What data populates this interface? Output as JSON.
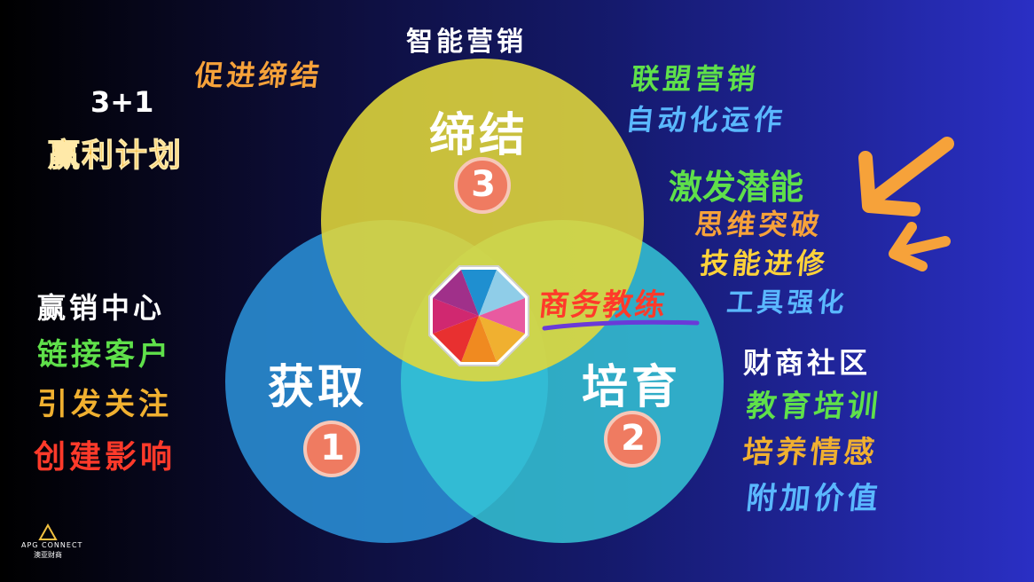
{
  "title": "智能营销",
  "plan": {
    "line1": "3+1",
    "line2": "赢利计划"
  },
  "top_left_caption": "促进缔结",
  "top_right": {
    "line1": "联盟营销",
    "line2": "自动化运作"
  },
  "circles": {
    "closing": {
      "label": "缔结",
      "number": "3"
    },
    "acquire": {
      "label": "获取",
      "number": "1"
    },
    "nurture": {
      "label": "培育",
      "number": "2"
    }
  },
  "center_label": "商务教练",
  "left_list": {
    "heading": "赢销中心",
    "items": [
      "链接客户",
      "引发关注",
      "创建影响"
    ]
  },
  "right_upper": {
    "heading": "激发潜能",
    "items": [
      "思维突破",
      "技能进修",
      "工具强化"
    ]
  },
  "right_lower": {
    "heading": "财商社区",
    "items": [
      "教育培训",
      "培养情感",
      "附加价值"
    ]
  },
  "logo": {
    "line1": "APG CONNECT",
    "line2": "澳亚财商"
  },
  "colors": {
    "yellow_circle": "#d9cf38",
    "blue_circle": "#2a8fd6",
    "teal_circle": "#35c6d6",
    "badge": "#ef7b61",
    "orange": "#f6a23a",
    "green": "#5fe04a",
    "red": "#ff3a2a",
    "sky": "#5ab8ff"
  }
}
